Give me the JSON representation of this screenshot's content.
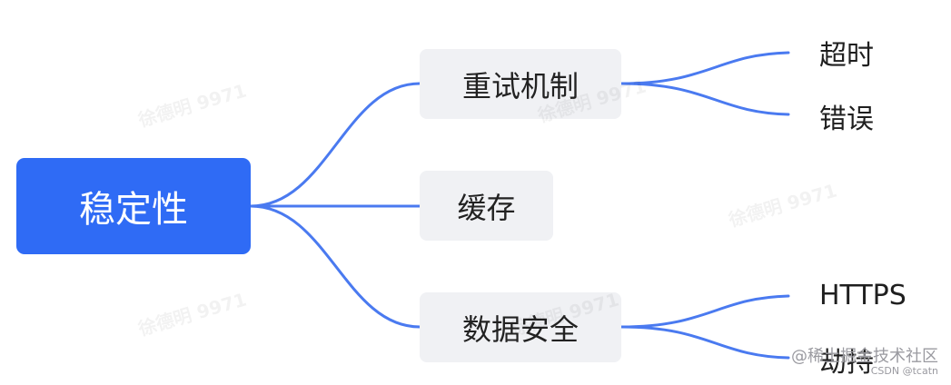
{
  "mindmap": {
    "root": "稳定性",
    "branches": [
      {
        "label": "重试机制",
        "children": [
          "超时",
          "错误"
        ]
      },
      {
        "label": "缓存",
        "children": []
      },
      {
        "label": "数据安全",
        "children": [
          "HTTPS",
          "劫持"
        ]
      }
    ]
  },
  "watermark": "徐德明 9971",
  "footer_watermark": {
    "line1": "@稀土掘金技术社区",
    "line2": "CSDN @tcatn"
  },
  "colors": {
    "root_bg": "#2f6bf5",
    "branch_bg": "#f0f1f4",
    "link": "#4a7af0"
  }
}
